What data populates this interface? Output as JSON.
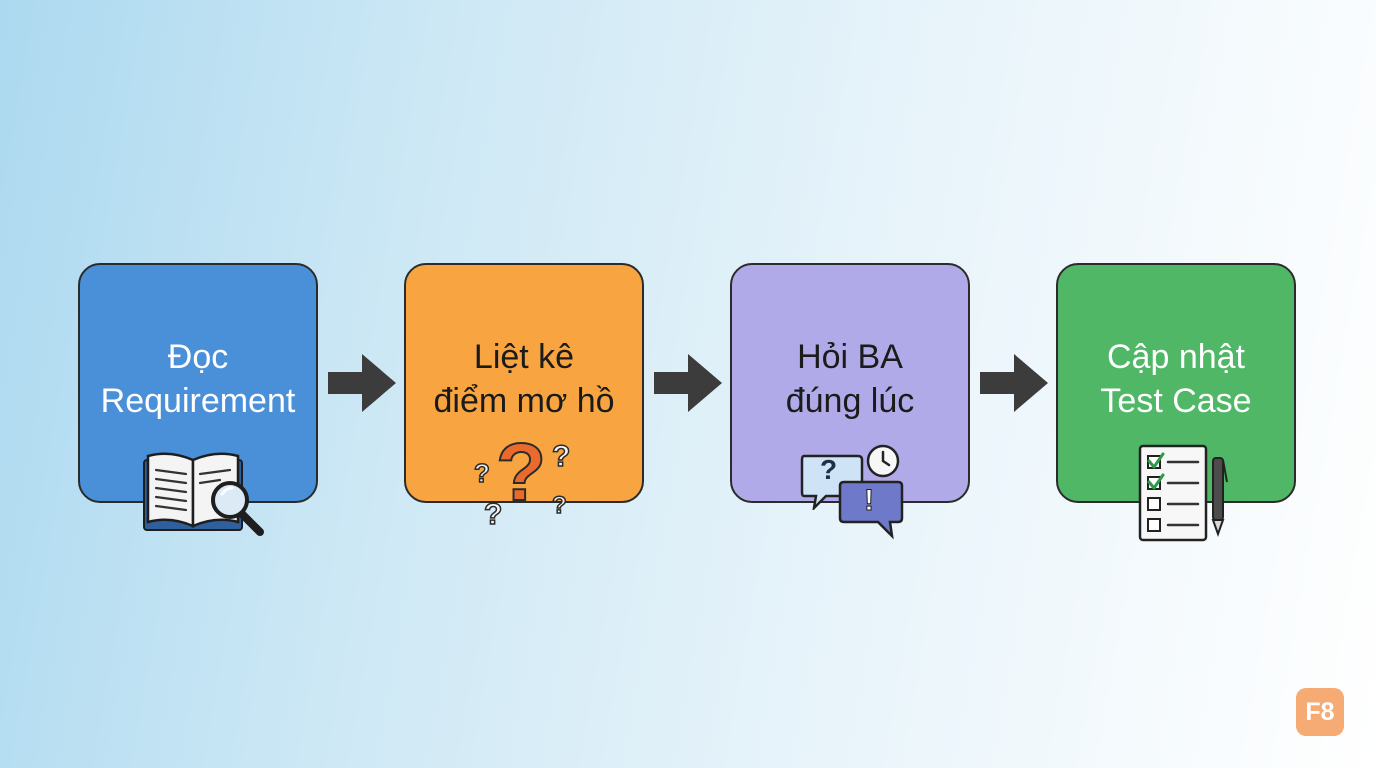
{
  "steps": [
    {
      "line1": "Đọc",
      "line2": "Requirement",
      "color": "#4a90d9",
      "icon": "book-magnifier-icon"
    },
    {
      "line1": "Liệt kê",
      "line2": "điểm mơ hồ",
      "color": "#f8a541",
      "icon": "question-marks-icon"
    },
    {
      "line1": "Hỏi BA",
      "line2": "đúng lúc",
      "color": "#b1aae8",
      "icon": "chat-clock-icon"
    },
    {
      "line1": "Cập nhật",
      "line2": "Test Case",
      "color": "#50b767",
      "icon": "checklist-pen-icon"
    }
  ],
  "icon_glyphs": {
    "question": "?",
    "exclaim": "!"
  },
  "logo": {
    "text": "F8",
    "color": "#f7ab74"
  }
}
